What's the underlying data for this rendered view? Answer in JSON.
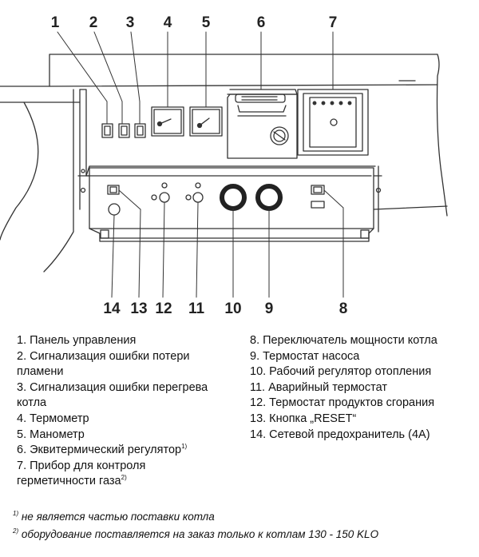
{
  "callouts_top": [
    "1",
    "2",
    "3",
    "4",
    "5",
    "6",
    "7"
  ],
  "callouts_bottom": [
    "14",
    "13",
    "12",
    "11",
    "10",
    "9",
    "8"
  ],
  "legend_left": [
    {
      "text": "1. Панель управления"
    },
    {
      "text": "2. Сигнализация ошибки потери"
    },
    {
      "text": "пламени"
    },
    {
      "text": "3. Сигнализация ошибки перегрева"
    },
    {
      "text": "котла"
    },
    {
      "text": "4. Термометр"
    },
    {
      "text": "5. Манометр"
    },
    {
      "text": "6. Эквитермический регулятор",
      "sup": "1)"
    },
    {
      "text": "7. Прибор для контроля"
    },
    {
      "text": "герметичности газа",
      "sup": "2)"
    }
  ],
  "legend_right": [
    {
      "text": "8. Переключатель мощности котла"
    },
    {
      "text": "9. Термостат насоса"
    },
    {
      "text": "10. Рабочий регулятор отопления"
    },
    {
      "text": "11. Аварийный термостат"
    },
    {
      "text": "12. Термостат продуктов сгорания"
    },
    {
      "text": "13. Кнопка „RESET“"
    },
    {
      "text": "14. Сетевой предохранитель (4A)"
    }
  ],
  "footnotes": [
    {
      "mark": "1)",
      "text": " не является  частью поставки котла"
    },
    {
      "mark": "2)",
      "text": " оборудование поставляется на заказ только к котлам  130 - 150 KLO"
    }
  ]
}
